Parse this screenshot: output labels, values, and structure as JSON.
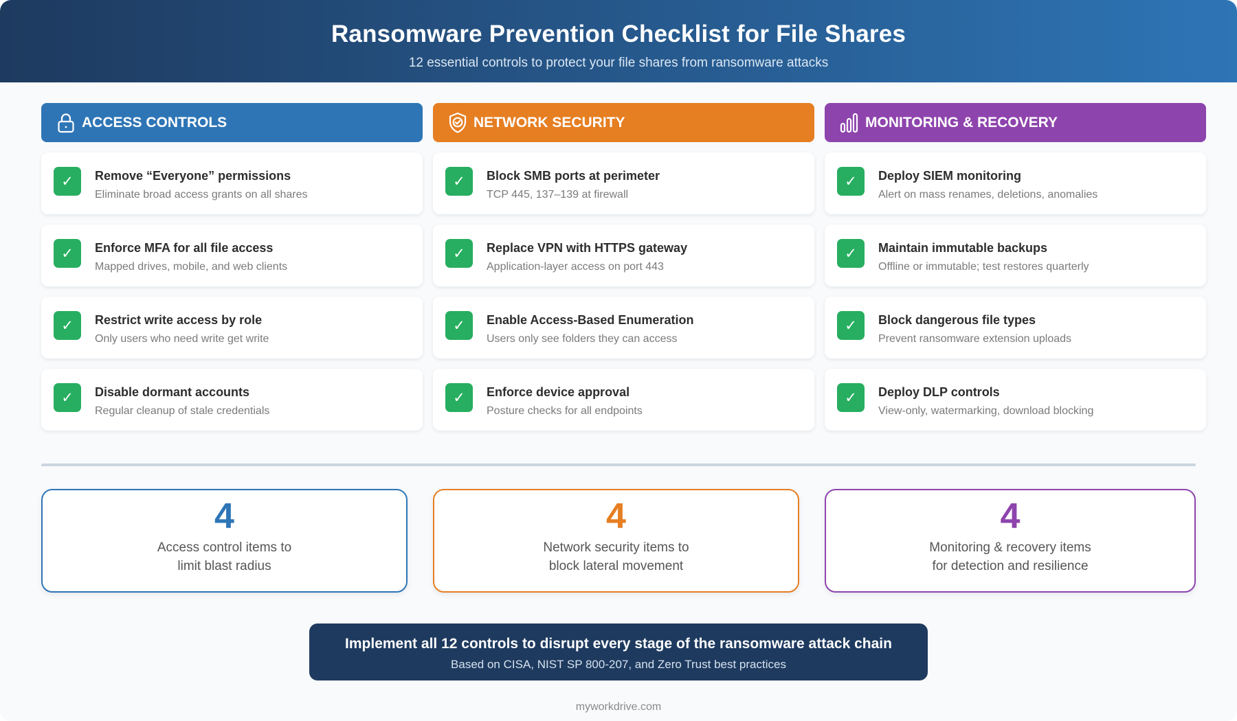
{
  "header": {
    "title": "Ransomware Prevention Checklist for File Shares",
    "subtitle": "12 essential controls to protect your file shares from ransomware attacks"
  },
  "colors": {
    "header_gradient_start": "#1e3a5f",
    "header_gradient_end": "#2e75b6",
    "access": "#2e75b6",
    "network": "#e67e22",
    "monitoring": "#8e44ad",
    "check": "#27ae60",
    "banner": "#1e3a5f",
    "divider": "#cbd5e1"
  },
  "categories": [
    {
      "label": "ACCESS CONTROLS",
      "icon": "lock-icon",
      "color": "#2e75b6",
      "items": [
        {
          "title": "Remove “Everyone” permissions",
          "desc": "Eliminate broad access grants on all shares"
        },
        {
          "title": "Enforce MFA for all file access",
          "desc": "Mapped drives, mobile, and web clients"
        },
        {
          "title": "Restrict write access by role",
          "desc": "Only users who need write get write"
        },
        {
          "title": "Disable dormant accounts",
          "desc": "Regular cleanup of stale credentials"
        }
      ]
    },
    {
      "label": "NETWORK SECURITY",
      "icon": "shield-check-icon",
      "color": "#e67e22",
      "items": [
        {
          "title": "Block SMB ports at perimeter",
          "desc": "TCP 445, 137–139 at firewall"
        },
        {
          "title": "Replace VPN with HTTPS gateway",
          "desc": "Application-layer access on port 443"
        },
        {
          "title": "Enable Access-Based Enumeration",
          "desc": "Users only see folders they can access"
        },
        {
          "title": "Enforce device approval",
          "desc": "Posture checks for all endpoints"
        }
      ]
    },
    {
      "label": "MONITORING & RECOVERY",
      "icon": "bar-chart-icon",
      "color": "#8e44ad",
      "items": [
        {
          "title": "Deploy SIEM monitoring",
          "desc": "Alert on mass renames, deletions, anomalies"
        },
        {
          "title": "Maintain immutable backups",
          "desc": "Offline or immutable; test restores quarterly"
        },
        {
          "title": "Block dangerous file types",
          "desc": "Prevent ransomware extension uploads"
        },
        {
          "title": "Deploy DLP controls",
          "desc": "View-only, watermarking, download blocking"
        }
      ]
    }
  ],
  "check_glyph": "✓",
  "stats": [
    {
      "number": "4",
      "line1": "Access control items to",
      "line2": "limit blast radius",
      "color": "#2e75b6"
    },
    {
      "number": "4",
      "line1": "Network security items to",
      "line2": "block lateral movement",
      "color": "#e67e22"
    },
    {
      "number": "4",
      "line1": "Monitoring & recovery items",
      "line2": "for detection and resilience",
      "color": "#8e44ad"
    }
  ],
  "banner": {
    "title": "Implement all 12 controls to disrupt every stage of the ransomware attack chain",
    "subtitle": "Based on CISA, NIST SP 800-207, and Zero Trust best practices"
  },
  "footer": {
    "site": "myworkdrive.com"
  }
}
